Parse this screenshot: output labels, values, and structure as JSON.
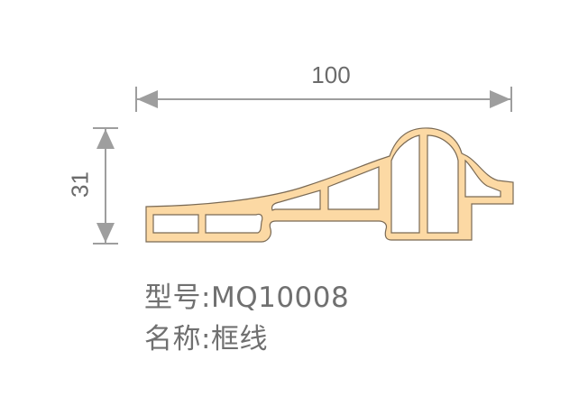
{
  "diagram": {
    "type": "profile cross-section drawing",
    "dimensions": {
      "width": {
        "value": "100",
        "orientation": "horizontal"
      },
      "height": {
        "value": "31",
        "orientation": "vertical"
      }
    },
    "colors": {
      "profile_fill": "#fcd9a4",
      "profile_outline": "#7a6a55",
      "dimension_line": "#9e9e9e",
      "text": "#6b6b6b",
      "background": "#ffffff"
    }
  },
  "info": {
    "model_label": "型号:",
    "model_value": "MQ10008",
    "name_label": "名称:",
    "name_value": "框线"
  }
}
